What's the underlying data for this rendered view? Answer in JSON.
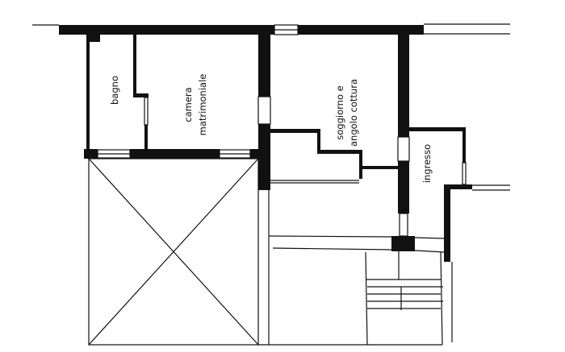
{
  "rooms": {
    "bagno": "bagno",
    "camera_line1": "camera",
    "camera_line2": "matrimoniale",
    "soggiorno_line1": "soggiorno e",
    "soggiorno_line2": "angolo cottura",
    "ingresso": "ingresso"
  },
  "colors": {
    "wall": "#111111",
    "background": "#ffffff"
  }
}
